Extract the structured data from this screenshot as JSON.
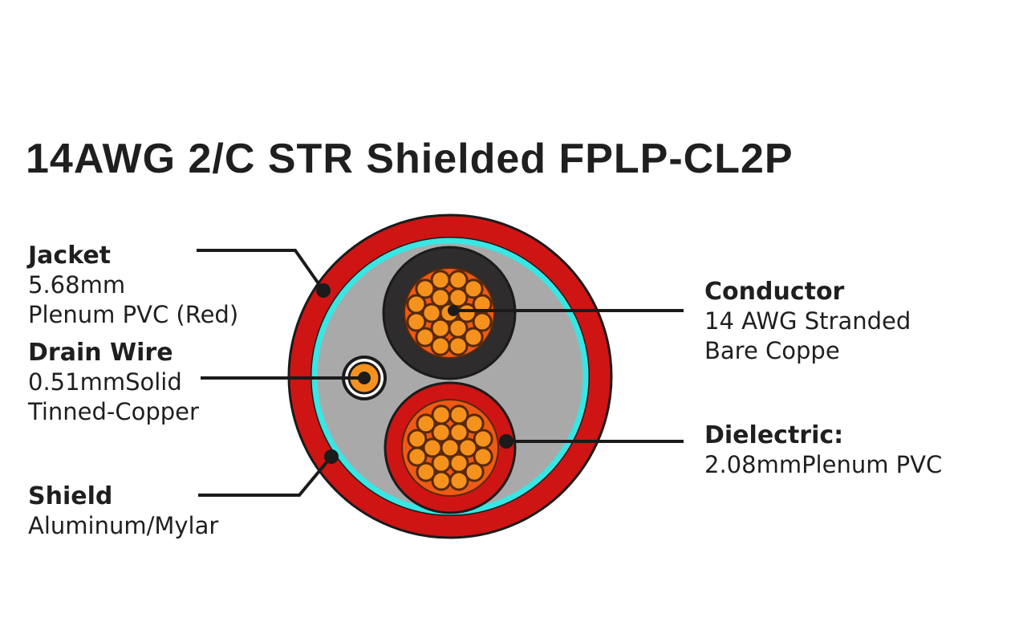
{
  "title": "14AWG 2/C STR Shielded FPLP-CL2P",
  "labels": {
    "jacket": {
      "heading": "Jacket",
      "line1": "5.68mm",
      "line2": "Plenum PVC (Red)"
    },
    "drain_wire": {
      "heading": "Drain Wire",
      "line1": "0.51mmSolid",
      "line2": "Tinned-Copper"
    },
    "shield": {
      "heading": "Shield",
      "line1": "Aluminum/Mylar"
    },
    "conductor": {
      "heading": "Conductor",
      "line1": "14 AWG Stranded",
      "line2": "Bare Coppe"
    },
    "dielectric": {
      "heading": "Dielectric:",
      "line1": "2.08mmPlenum PVC"
    }
  },
  "colors": {
    "background": "#ffffff",
    "text": "#1f1f1f",
    "line_black": "#1b1b1b",
    "jacket_red": "#cf1414",
    "shield_cyan": "#38e6e3",
    "filler_gray": "#a9a9a9",
    "insulation_black": "#2e2c2c",
    "bundle_orange": "#ee5a14",
    "strand_orange": "#f5921d",
    "strand_outline": "#58290a",
    "drain_white": "#ffffff"
  }
}
